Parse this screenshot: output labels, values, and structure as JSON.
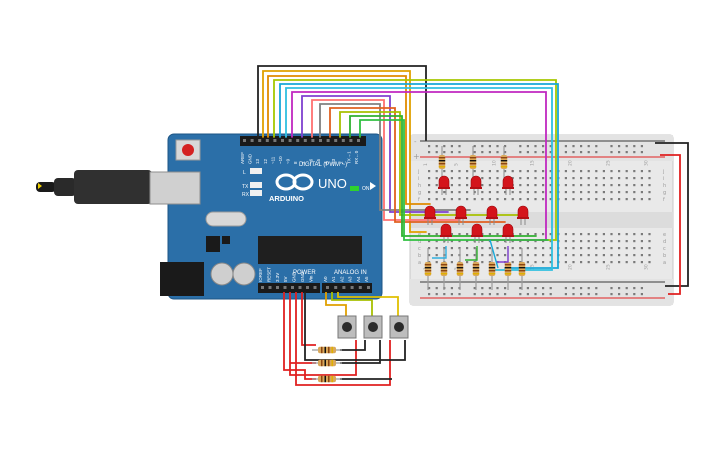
{
  "board": {
    "logo_text": "ARDUINO",
    "model_text": "UNO",
    "digital_label": "DIGITAL (PWM ~)",
    "power_label": "POWER",
    "analog_label": "ANALOG IN",
    "on_label": "ON",
    "l_label": "L",
    "tx_label": "TX",
    "rx_label": "RX",
    "pin_top": [
      "AREF",
      "GND",
      "13",
      "12",
      "~11",
      "~10",
      "~9",
      "8",
      "7",
      "~6",
      "~5",
      "4",
      "~3",
      "2",
      "TX→1",
      "RX←0"
    ],
    "pin_power": [
      "IOREF",
      "RESET",
      "3.3V",
      "5V",
      "GND",
      "GND",
      "Vin"
    ],
    "pin_analog": [
      "A0",
      "A1",
      "A2",
      "A3",
      "A4",
      "A5"
    ]
  },
  "breadboard": {
    "row_letters_top": [
      "j",
      "i",
      "h",
      "g",
      "f"
    ],
    "row_letters_bottom": [
      "e",
      "d",
      "c",
      "b",
      "a"
    ],
    "column_numbers": [
      "1",
      "5",
      "10",
      "15",
      "20",
      "25",
      "30"
    ],
    "rail_plus": "+",
    "rail_minus": "-"
  },
  "colors": {
    "pcb": "#2b6fa8",
    "wire_red": "#e02020",
    "wire_black": "#222222",
    "led": "#d4141b",
    "breadboard": "#e9e9e9"
  }
}
